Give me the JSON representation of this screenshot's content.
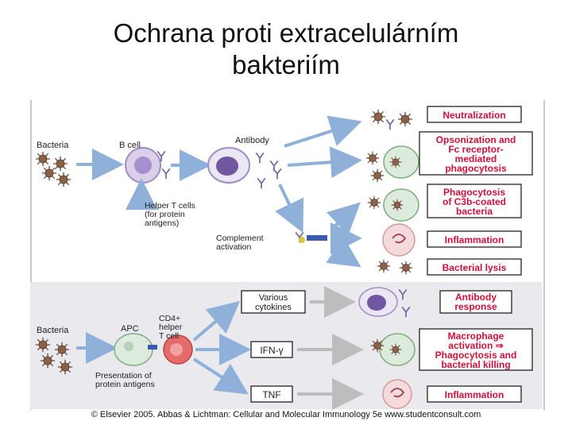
{
  "slide": {
    "title_line1": "Ochrana proti extracelulárním",
    "title_line2": "bakteriím"
  },
  "upper": {
    "bacteria": "Bacteria",
    "b_cell": "B cell",
    "antibody": "Antibody",
    "helper_t_1": "Helper T cells",
    "helper_t_2": "(for protein",
    "helper_t_3": "antigens)",
    "complement_1": "Complement",
    "complement_2": "activation"
  },
  "outcomes_upper": [
    [
      "Neutralization"
    ],
    [
      "Opsonization and",
      "Fc receptor-",
      "mediated",
      "phagocytosis"
    ],
    [
      "Phagocytosis",
      "of C3b-coated",
      "bacteria"
    ],
    [
      "Inflammation"
    ],
    [
      "Bacterial lysis"
    ]
  ],
  "lower": {
    "bacteria": "Bacteria",
    "apc": "APC",
    "cd4_1": "CD4+",
    "cd4_2": "helper",
    "cd4_3": "T cell",
    "presentation_1": "Presentation of",
    "presentation_2": "protein antigens",
    "cytokines_1": "Various",
    "cytokines_2": "cytokines",
    "ifn": "IFN-γ",
    "tnf": "TNF"
  },
  "outcomes_lower": [
    [
      "Antibody",
      "response"
    ],
    [
      "Macrophage",
      "activation ⇒",
      "Phagocytosis and",
      "bacterial killing"
    ],
    [
      "Inflammation"
    ]
  ],
  "credit": "© Elsevier 2005. Abbas & Lichtman: Cellular and Molecular Immunology 5e www.studentconsult.com",
  "colors": {
    "outcome_text": "#d0103a",
    "arrow_blue": "#8fb1d9",
    "arrow_grey": "#bdbdbd",
    "cell_purple": "#8b6fb6"
  }
}
